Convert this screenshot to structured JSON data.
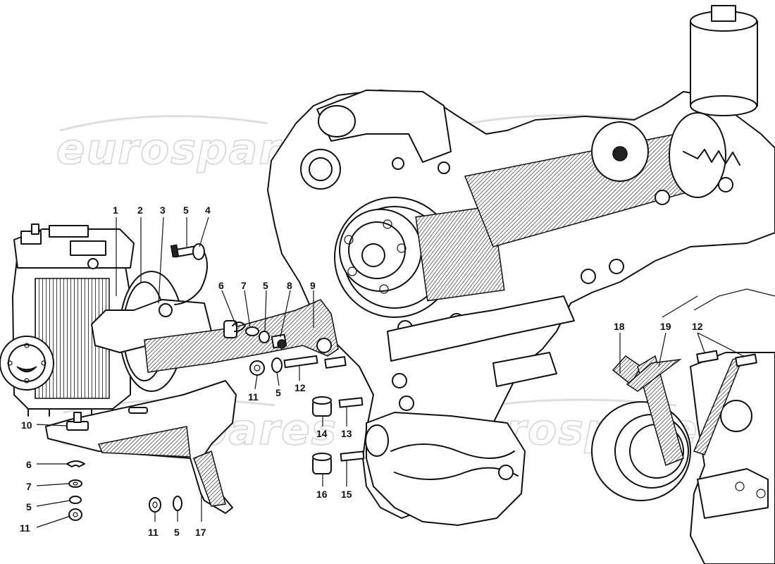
{
  "watermark": {
    "text": "eurospares"
  },
  "callouts": {
    "c1": "1",
    "c2": "2",
    "c3": "3",
    "c4": "4",
    "c5a": "5",
    "c6a": "6",
    "c7a": "7",
    "c5b": "5",
    "c8": "8",
    "c9": "9",
    "c11a": "11",
    "c5c": "5",
    "c12a": "12",
    "c14": "14",
    "c13": "13",
    "c16": "16",
    "c15": "15",
    "c10": "10",
    "c6b": "6",
    "c7b": "7",
    "c5d": "5",
    "c11b": "11",
    "c11c": "11",
    "c5e": "5",
    "c17": "17",
    "c18": "18",
    "c19": "19",
    "c12b": "12"
  }
}
